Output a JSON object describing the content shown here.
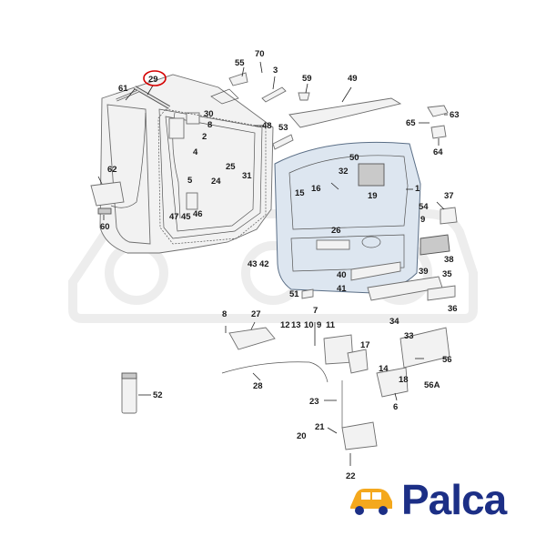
{
  "highlight_callout": "29",
  "highlight_color": "#d40000",
  "logo": {
    "text": "Palca",
    "icon": "car-logo-icon",
    "orange": "#f4a81d",
    "blue": "#1c2f86"
  },
  "callouts": {
    "c29": "29",
    "c61": "61",
    "c70": "70",
    "c55": "55",
    "c3": "3",
    "c59": "59",
    "c49": "49",
    "c30": "30",
    "c8a": "8",
    "c2": "2",
    "c48": "48",
    "c53": "53",
    "c65": "65",
    "c63": "63",
    "c64": "64",
    "c4": "4",
    "c5": "5",
    "c25": "25",
    "c31": "31",
    "c24": "24",
    "c50": "50",
    "c32": "32",
    "c1": "1",
    "c62": "62",
    "c47": "47",
    "c45": "45",
    "c46": "46",
    "c60": "60",
    "c15": "15",
    "c16": "16",
    "c19": "19",
    "c37": "37",
    "c54": "54",
    "c9a": "9",
    "c26": "26",
    "c38": "38",
    "c43": "43",
    "c42": "42",
    "c40": "40",
    "c39": "39",
    "c41": "41",
    "c35": "35",
    "c51": "51",
    "c36": "36",
    "c8b": "8",
    "c27": "27",
    "c7": "7",
    "c12": "12",
    "c13": "13",
    "c10": "10",
    "c9b": "9",
    "c11": "11",
    "c34": "34",
    "c33": "33",
    "c56": "56",
    "c17": "17",
    "c52": "52",
    "c28": "28",
    "c14": "14",
    "c18": "18",
    "c56a": "56A",
    "c6": "6",
    "c23": "23",
    "c21": "21",
    "c20": "20",
    "c22": "22"
  }
}
